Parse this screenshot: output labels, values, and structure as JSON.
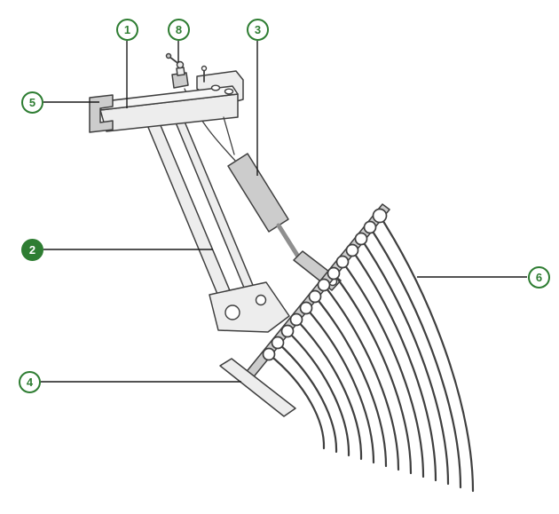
{
  "diagram": {
    "callouts": [
      {
        "label": "1",
        "variant": "outline"
      },
      {
        "label": "8",
        "variant": "outline"
      },
      {
        "label": "3",
        "variant": "outline"
      },
      {
        "label": "5",
        "variant": "outline"
      },
      {
        "label": "2",
        "variant": "filled"
      },
      {
        "label": "6",
        "variant": "outline"
      },
      {
        "label": "4",
        "variant": "outline"
      }
    ]
  },
  "colors": {
    "accent": "#2e7d32",
    "line": "#3f3f3f",
    "leader": "#1a1a1a",
    "fill_light": "#ededed",
    "fill_mid": "#cccccc"
  }
}
